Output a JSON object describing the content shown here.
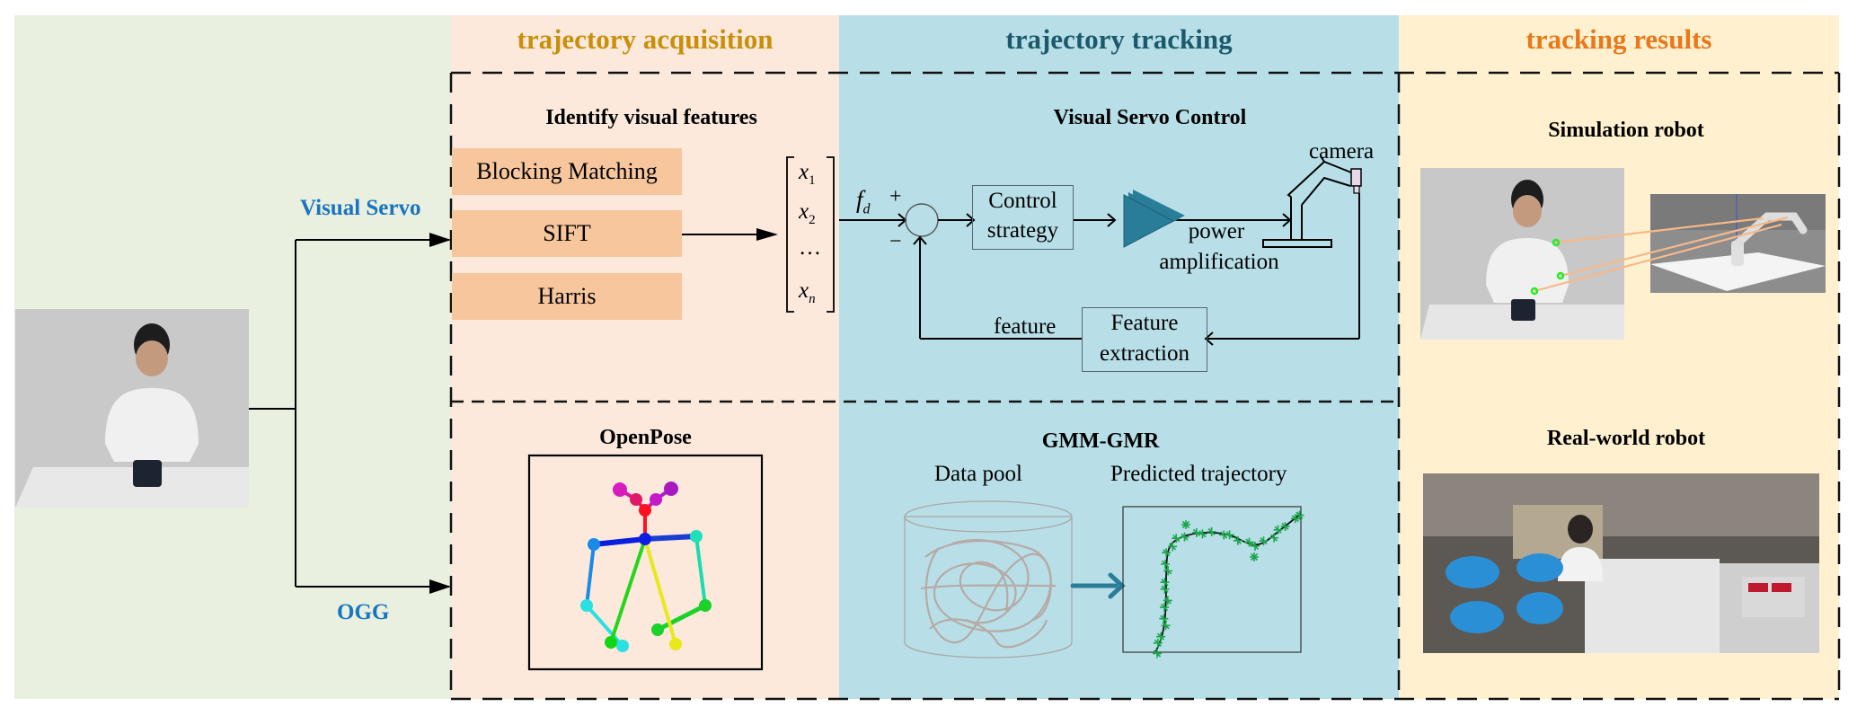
{
  "columns": {
    "acquisition": {
      "title": "trajectory acquisition",
      "color": "#c98f0a"
    },
    "tracking": {
      "title": "trajectory tracking",
      "color": "#1c5a6b"
    },
    "results": {
      "title": "tracking results",
      "color": "#e8781a"
    }
  },
  "branches": {
    "visual_servo": "Visual Servo",
    "ogg": "OGG"
  },
  "acquisition_top": {
    "title": "Identify visual features",
    "methods": [
      "Blocking Matching",
      "SIFT",
      "Harris"
    ],
    "feature_vector": [
      "x1",
      "x2",
      "…",
      "xn"
    ]
  },
  "control": {
    "title": "Visual Servo Control",
    "input_symbol": "f",
    "input_subscript": "d",
    "plus": "+",
    "minus": "−",
    "control_block": [
      "Control",
      "strategy"
    ],
    "amplifier_label": [
      "power",
      "amplification"
    ],
    "camera_label": "camera",
    "feedback_label": "feature",
    "feedback_block": [
      "Feature",
      "extraction"
    ]
  },
  "acquisition_bottom": {
    "title": "OpenPose"
  },
  "gmm": {
    "title": "GMM-GMR",
    "data_pool_label": "Data pool",
    "predicted_label": "Predicted trajectory"
  },
  "results": {
    "simulation_title": "Simulation robot",
    "real_title": "Real-world robot"
  },
  "colors": {
    "feature_box": "#f7c69c",
    "amplifier": "#2a7d98",
    "trajectory_marker": "#1aa64a",
    "keypoint": "#22ee22",
    "link_line": "#f6b98a"
  }
}
